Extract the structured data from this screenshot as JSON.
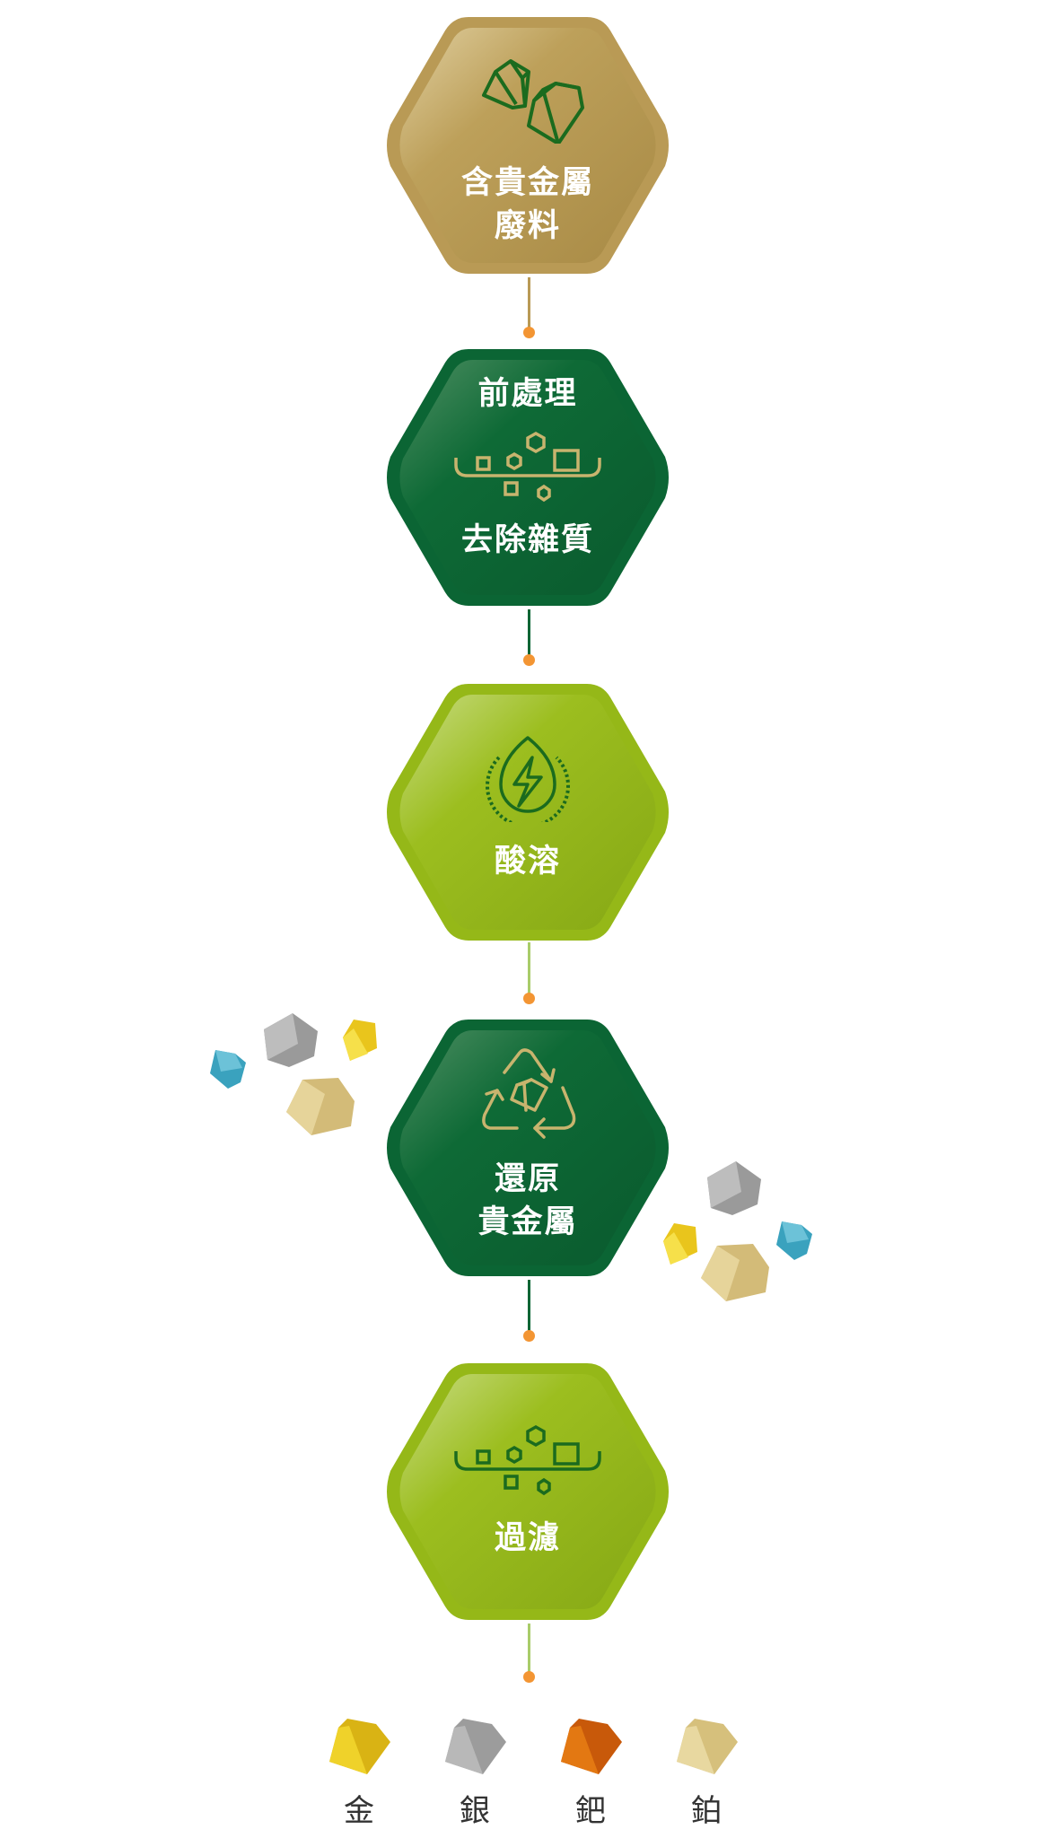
{
  "colors": {
    "gold_hex": "#b99a55",
    "dark_green_hex": "#0b6534",
    "lime_hex": "#95b818",
    "connector_dot": "#f39533",
    "icon_gold": "#c8b46e",
    "icon_green": "#1b6b1e"
  },
  "steps": [
    {
      "id": "waste",
      "label_line1": "含貴金屬",
      "label_line2": "廢料",
      "icon": "gems-outline-icon",
      "color": "#b99a55"
    },
    {
      "id": "pretreatment",
      "label_top": "前處理",
      "label_bottom": "去除雜質",
      "icon": "filter-sieve-icon",
      "color": "#0b6534"
    },
    {
      "id": "acid",
      "label_line1": "酸溶",
      "icon": "drop-lightning-icon",
      "color": "#95b818"
    },
    {
      "id": "reduction",
      "label_line1": "還原",
      "label_line2": "貴金屬",
      "icon": "recycle-gem-icon",
      "color": "#0b6534"
    },
    {
      "id": "filtration",
      "label_line1": "過濾",
      "icon": "filter-sieve-icon",
      "color": "#95b818"
    }
  ],
  "metals": [
    {
      "label": "金",
      "color": "#e8c51a"
    },
    {
      "label": "銀",
      "color": "#a2a2a2"
    },
    {
      "label": "鈀",
      "color": "#d9660a"
    },
    {
      "label": "鉑",
      "color": "#dcc98a"
    }
  ]
}
